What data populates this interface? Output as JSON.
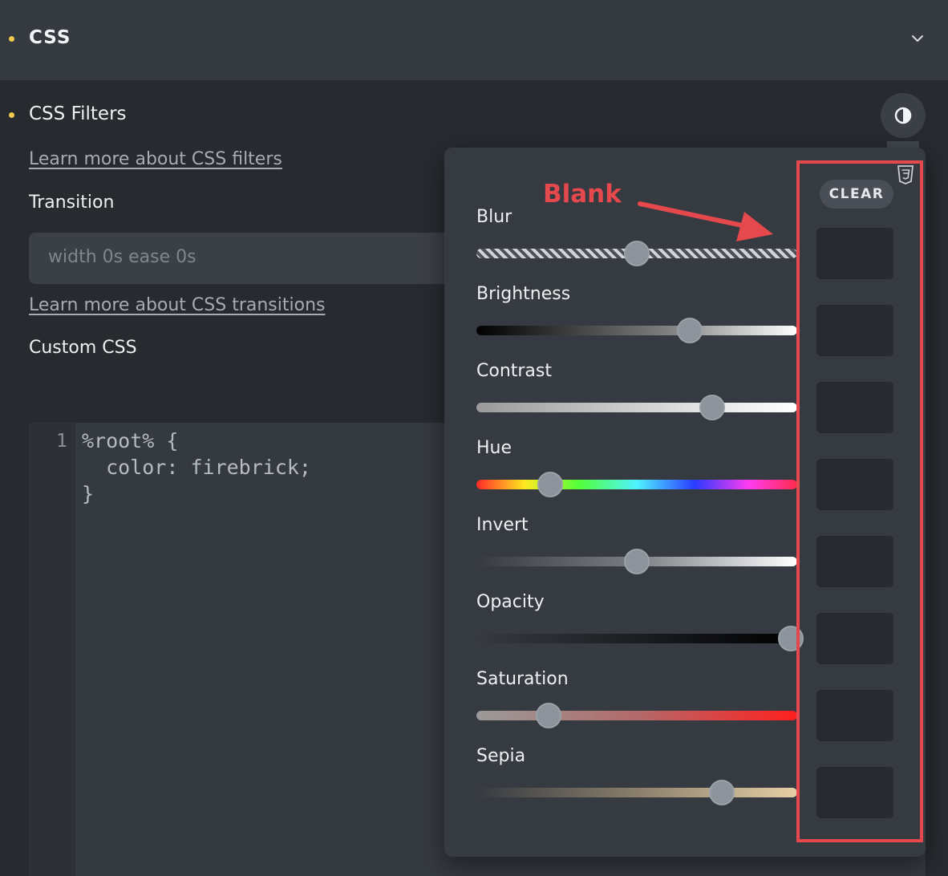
{
  "section": {
    "title": "CSS"
  },
  "filters": {
    "title": "CSS Filters",
    "learn_more": "Learn more about CSS filters"
  },
  "transition": {
    "label": "Transition",
    "placeholder": "width 0s ease 0s",
    "learn_more": "Learn more about CSS transitions"
  },
  "custom_css": {
    "label": "Custom CSS",
    "line_number": "1",
    "code": [
      "%root% {",
      "  color: firebrick;",
      "}"
    ]
  },
  "popover": {
    "clear_label": "CLEAR",
    "filters": [
      {
        "label": "Blur",
        "value_fraction": 0.5,
        "value_text": ""
      },
      {
        "label": "Brightness",
        "value_fraction": 0.665,
        "value_text": ""
      },
      {
        "label": "Contrast",
        "value_fraction": 0.735,
        "value_text": ""
      },
      {
        "label": "Hue",
        "value_fraction": 0.23,
        "value_text": ""
      },
      {
        "label": "Invert",
        "value_fraction": 0.5,
        "value_text": ""
      },
      {
        "label": "Opacity",
        "value_fraction": 0.98,
        "value_text": ""
      },
      {
        "label": "Saturation",
        "value_fraction": 0.225,
        "value_text": ""
      },
      {
        "label": "Sepia",
        "value_fraction": 0.765,
        "value_text": ""
      }
    ]
  },
  "annotation": {
    "text": "Blank",
    "color": "#e5484d"
  },
  "colors": {
    "accent_dot": "#f2c94c",
    "panel": "#363a41",
    "background": "#272a2f"
  },
  "icons": {
    "collapse": "chevron-down-icon",
    "filters_toggle": "contrast-icon",
    "css": "css3-icon"
  }
}
